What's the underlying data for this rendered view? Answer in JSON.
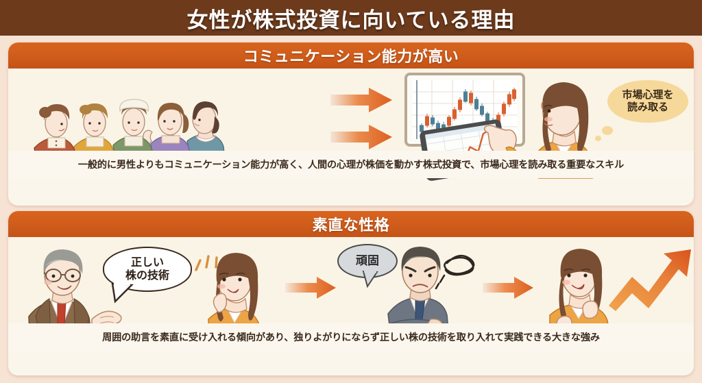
{
  "header": {
    "title": "女性が株式投資に向いている理由",
    "bg_color": "#6d3a1c",
    "text_color": "#ffffff"
  },
  "theme": {
    "page_bg": "#f7e3d4",
    "card_bg": "#fbf6ec",
    "banner_color": "#cf5c1b",
    "arrow_color": "#e2632a",
    "accent_orange": "#f0a050"
  },
  "sections": [
    {
      "id": "communication",
      "banner": "コミュニケーション能力が高い",
      "caption": "一般的に男性よりもコミュニケーション能力が高く、人間の心理が株価を動かす株式投資で、市場心理を読み取る重要なスキル",
      "thought_bubble": {
        "line1": "市場心理を",
        "line2": "読み取る",
        "style": "thought",
        "fill": "#f6d89a"
      },
      "illustration_labels": {
        "group": "五人の女性が会話している挿絵",
        "arrows": "右向き矢印 2本",
        "screen": "ローソク足チャートのモニター",
        "tablet": "折れ線チャートのタブレット",
        "woman": "オレンジのセーターの女性"
      }
    },
    {
      "id": "honest-character",
      "banner": "素直な性格",
      "caption": "周囲の助言を素直に受け入れる傾向があり、独りよがりにならず正しい株の技術を取り入れて実践できる大きな強み",
      "advisor_bubble": {
        "line1": "正しい",
        "line2": "株の技術",
        "style": "speech",
        "fill": "#ffffff"
      },
      "stubborn_bubble": {
        "line1": "頑固",
        "style": "speech",
        "fill": "#d7dadc"
      },
      "illustration_labels": {
        "advisor": "眼鏡をかけた年配の男性アドバイザー",
        "listener": "話を聞く若い女性",
        "stubborn": "腕を組んだ頑固な男性",
        "success": "ガッツポーズの女性と上昇矢印"
      }
    }
  ]
}
